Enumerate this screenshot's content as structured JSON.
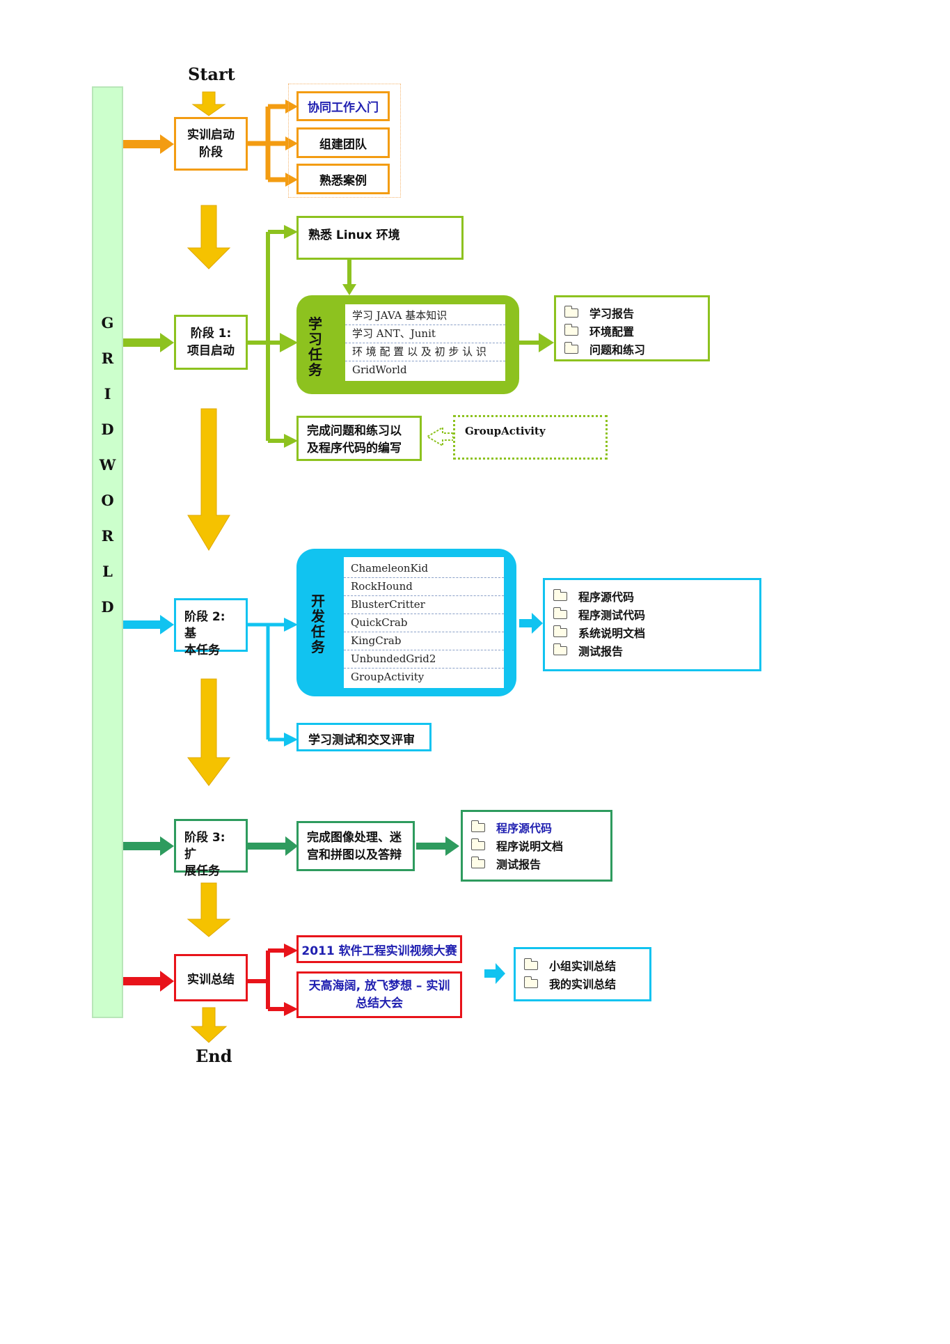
{
  "diagram": {
    "start_label": "Start",
    "end_label": "End",
    "sidebar_letters": [
      "G",
      "R",
      "I",
      "D",
      "W",
      "O",
      "R",
      "L",
      "D"
    ],
    "colors": {
      "orange": "#f39c12",
      "yellow": "#f5c200",
      "green": "#8dc21f",
      "cyan": "#11c3f0",
      "teal": "#2e9b5e",
      "red": "#e8131a",
      "sidebar_fill": "#ccffcc",
      "blue_text": "#1f1fb0"
    },
    "stage0": {
      "title": "实训启动阶段",
      "title_lines": [
        "实训启动",
        "阶段"
      ],
      "items": [
        "协同工作入门",
        "组建团队",
        "熟悉案例"
      ]
    },
    "stage1": {
      "title_lines": [
        "阶段 1:",
        "项目启动"
      ],
      "linux_env": "熟悉 Linux 环境",
      "task_label": "学习任务",
      "tasks": [
        "学习 JAVA 基本知识",
        "学习 ANT、Junit",
        "环 境 配 置 以 及 初 步 认 识",
        "GridWorld"
      ],
      "outputs": [
        "学习报告",
        "环境配置",
        "问题和练习"
      ],
      "exercise_lines": [
        "完成问题和练习以",
        "及程序代码的编写"
      ],
      "group_activity": "GroupActivity"
    },
    "stage2": {
      "title_lines": [
        "阶段 2: 基",
        "本任务"
      ],
      "task_label": "开发任务",
      "tasks": [
        "ChameleonKid",
        "RockHound",
        "BlusterCritter",
        "QuickCrab",
        "KingCrab",
        "UnbundedGrid2",
        "GroupActivity"
      ],
      "outputs": [
        "程序源代码",
        "程序测试代码",
        "系统说明文档",
        "测试报告"
      ],
      "review": "学习测试和交叉评审"
    },
    "stage3": {
      "title_lines": [
        "阶段 3: 扩",
        "展任务"
      ],
      "task_lines": [
        "完成图像处理、迷",
        "宫和拼图以及答辩"
      ],
      "outputs": [
        "程序源代码",
        "程序说明文档",
        "测试报告"
      ]
    },
    "summary": {
      "title": "实训总结",
      "event1": "2011 软件工程实训视频大赛",
      "event2_lines": [
        "天高海阔, 放飞梦想 – 实训",
        "总结大会"
      ],
      "outputs": [
        "小组实训总结",
        "我的实训总结"
      ]
    }
  }
}
